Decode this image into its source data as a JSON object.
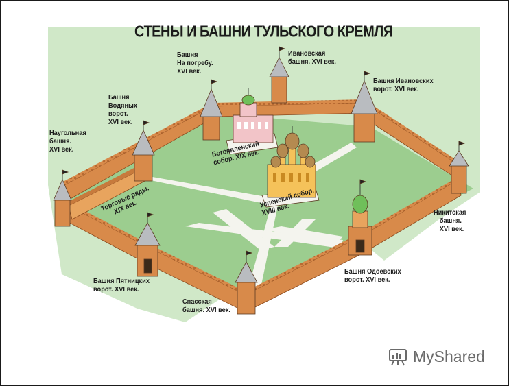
{
  "title": "СТЕНЫ И БАШНИ ТУЛЬСКОГО КРЕМЛЯ",
  "labels": {
    "pogrebu": [
      "Башня",
      "На погребу.",
      "XVI век."
    ],
    "ivanovskaya": [
      "Ивановская",
      "башня. XVI век."
    ],
    "ivanovskih_vorot": [
      "Башня Ивановских",
      "ворот. XVI век."
    ],
    "vodyanyh": [
      "Башня",
      "Водяных",
      "ворот.",
      "XVI век."
    ],
    "naugolnaya": [
      "Наугольная",
      "башня.",
      "XVI век."
    ],
    "bogoyavlensky": [
      "Богоявленский",
      "собор. XIX век."
    ],
    "torgovye": [
      "Торговые ряды.",
      "XIX век."
    ],
    "uspensky": [
      "Успенский собор.",
      "XVIII век."
    ],
    "nikitskaya": [
      "Никитская",
      "башня.",
      "XVI век."
    ],
    "pyatnitskih": [
      "Башня Пятницких",
      "ворот. XVI век."
    ],
    "odoevskih": [
      "Башня Одоевских",
      "ворот. XVI век."
    ],
    "spasskaya": [
      "Спасская",
      "башня. XVI век."
    ]
  },
  "logo": {
    "text": "MyShared",
    "icon": "myshared-logo-icon"
  },
  "colors": {
    "grass": "#9ccd8f",
    "wall": "#d88a4a",
    "wall_dark": "#b86a32",
    "roof": "#b9bcc0",
    "path": "#f4f4ee"
  }
}
